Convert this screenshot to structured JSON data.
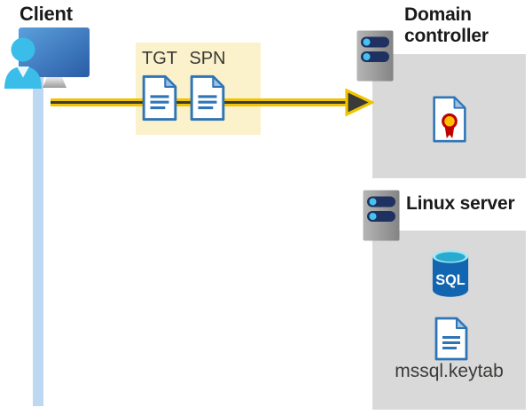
{
  "client": {
    "label": "Client"
  },
  "ticket_box": {
    "tgt_label": "TGT",
    "spn_label": "SPN"
  },
  "domain_controller": {
    "label": "Domain controller"
  },
  "linux_server": {
    "label": "Linux server",
    "keytab_label": "mssql.keytab"
  },
  "sql_icon": {
    "label": "SQL"
  },
  "icons": {
    "client": "monitor-user-icon",
    "connection": "arrow-right-icon",
    "tickets": "document-icon",
    "domain_controller": "server-icon",
    "certificate": "certificate-icon",
    "database": "sql-database-icon",
    "keytab": "document-icon"
  },
  "colors": {
    "arrow_yellow": "#F0C400",
    "arrow_dark": "#3A3A38",
    "ticket_box_bg": "#FBF2CB",
    "server_box_bg": "#D9D9D9",
    "doc_blue": "#2E75B6",
    "doc_fold_blue": "#9DC3E6",
    "person_cyan": "#3BBDE9",
    "server_bar_navy": "#1F3160",
    "server_dot_cyan": "#45C3F0",
    "seal_red": "#C00000",
    "seal_yellow": "#FFC000",
    "sql_body_blue": "#1266B1",
    "sql_top_cyan": "#35BBDF",
    "line_blue": "#BDD8F1",
    "text_dark": "#1A1A1A"
  }
}
